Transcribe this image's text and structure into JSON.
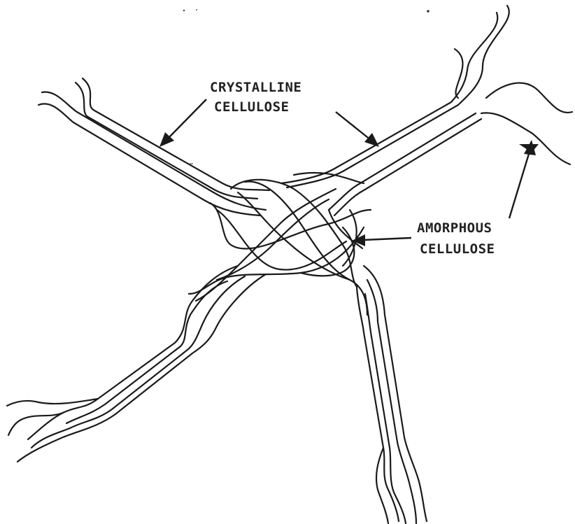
{
  "labels": {
    "crystalline_line1": "CRYSTALLINE",
    "crystalline_line2": "CELLULOSE",
    "amorphous_line1": "AMORPHOUS",
    "amorphous_line2": "CELLULOSE"
  },
  "colors": {
    "ink": "#1a1a1a",
    "background": "#ffffff"
  }
}
